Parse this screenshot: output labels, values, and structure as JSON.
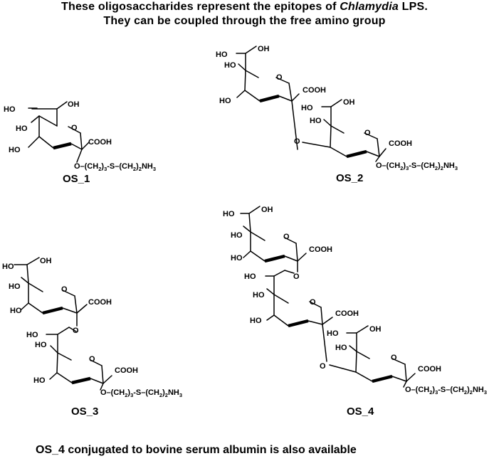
{
  "header": {
    "line1_prefix": "These oligosaccharides represent the epitopes of ",
    "line1_italic": "Chlamydia",
    "line1_suffix": " LPS.",
    "line2": "They can be coupled through the free amino group"
  },
  "atoms": {
    "ho": "HO",
    "oh": "OH",
    "o": "O",
    "cooh": "COOH",
    "linker_o": "O–(CH",
    "linker_s": ")-S–(CH",
    "linker_nh": ")NH",
    "sub3": "3",
    "sub2": "2",
    "sub_nh3": "3"
  },
  "structures": [
    {
      "id": "OS_1",
      "label": "OS_1"
    },
    {
      "id": "OS_2",
      "label": "OS_2"
    },
    {
      "id": "OS_3",
      "label": "OS_3"
    },
    {
      "id": "OS_4",
      "label": "OS_4"
    }
  ],
  "footer": "OS_4 conjugated to bovine serum albumin is also available"
}
